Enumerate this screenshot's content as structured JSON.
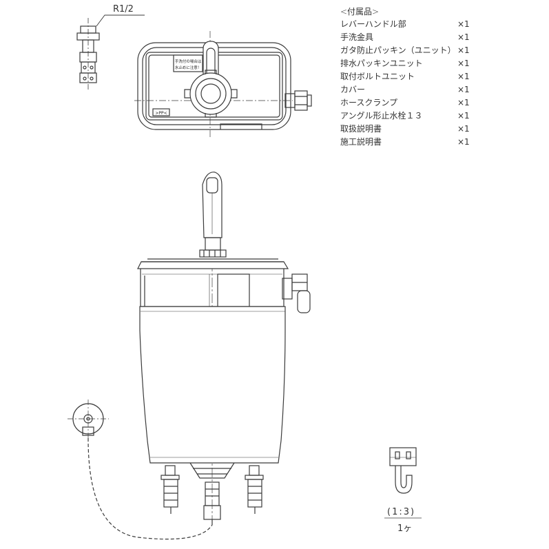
{
  "top_thread_label": "R1/2",
  "plate_text_line1": "手洗付の場合は",
  "plate_text_line2": "水止めに注意！",
  "small_plate_text": ">PP<",
  "parts_list": {
    "title": "<付属品>",
    "items": [
      {
        "name": "レバーハンドル部",
        "qty": "×1"
      },
      {
        "name": "手洗金具",
        "qty": "×1"
      },
      {
        "name": "ガタ防止パッキン（ユニット）",
        "qty": "×1"
      },
      {
        "name": "排水パッキンユニット",
        "qty": "×1"
      },
      {
        "name": "取付ボルトユニット",
        "qty": "×1"
      },
      {
        "name": "カバー",
        "qty": "×1"
      },
      {
        "name": "ホースクランプ",
        "qty": "×1"
      },
      {
        "name": "アングル形止水栓１３",
        "qty": "×1"
      },
      {
        "name": "取扱説明書",
        "qty": "×1"
      },
      {
        "name": "施工説明書",
        "qty": "×1"
      }
    ]
  },
  "detail_scale": "(1:3)",
  "detail_count": "1ヶ",
  "colors": {
    "line": "#3a3a3a",
    "center_line": "#555555",
    "fill": "#ffffff"
  }
}
